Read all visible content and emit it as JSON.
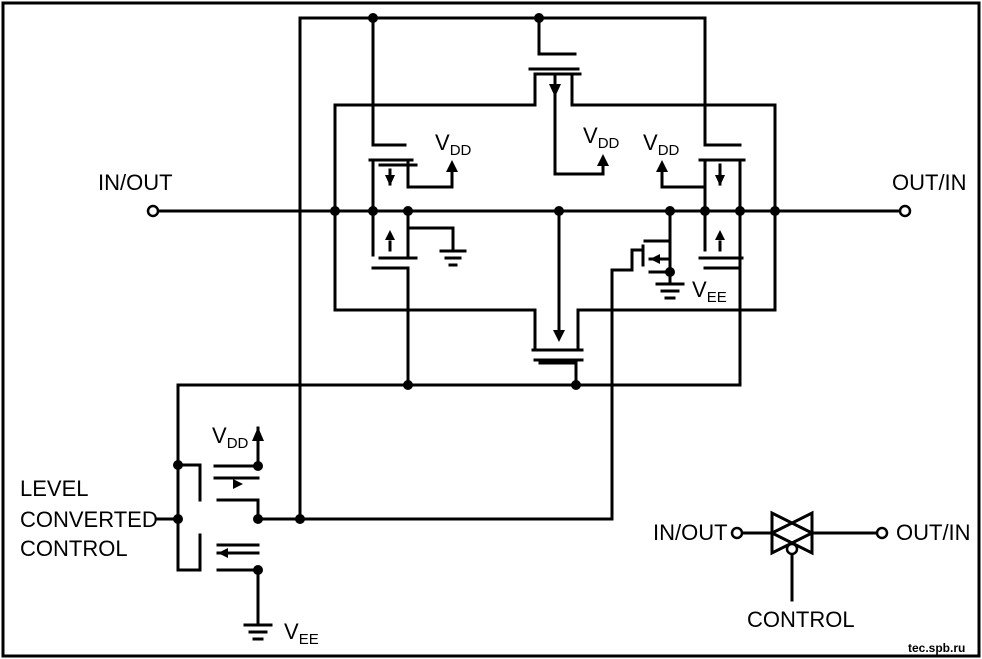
{
  "labels": {
    "in_out": "IN/OUT",
    "out_in": "OUT/IN",
    "vdd_main": "V",
    "vdd_sub": "DD",
    "vee_main": "V",
    "vee_sub": "EE",
    "level_line1": "LEVEL",
    "level_line2": "CONVERTED",
    "level_line3": "CONTROL",
    "symbol_in_out": "IN/OUT",
    "symbol_out_in": "OUT/IN",
    "symbol_control": "CONTROL"
  },
  "watermark": "tec.spb.ru",
  "colors": {
    "ink": "#000000",
    "background": "#ffffff"
  }
}
